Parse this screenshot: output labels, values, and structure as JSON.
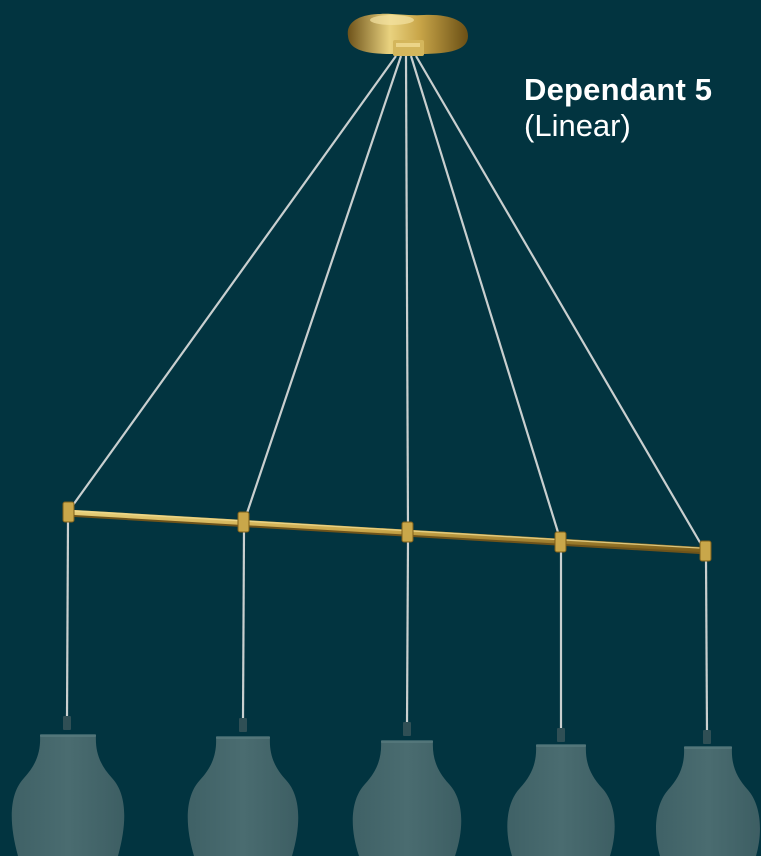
{
  "product": {
    "name": "Dependant 5",
    "variant": "(Linear)"
  },
  "colors": {
    "background": "#023440",
    "brass": "#c9a74a",
    "brass_dark": "#8a6a1e",
    "cable": "#c9cfcf",
    "shade": "#46686c"
  },
  "lamp": {
    "pendant_count": 5
  }
}
